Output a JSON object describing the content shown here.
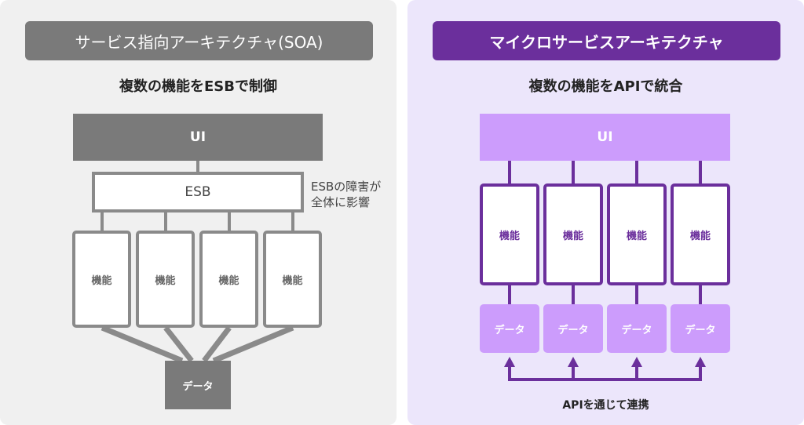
{
  "soa": {
    "title": "サービス指向アーキテクチャ(SOA)",
    "subtitle": "複数の機能をESBで制御",
    "ui": "UI",
    "esb": "ESB",
    "esb_note_line1": "ESBの障害が",
    "esb_note_line2": "全体に影響",
    "functions": [
      "機能",
      "機能",
      "機能",
      "機能"
    ],
    "data": "データ"
  },
  "micro": {
    "title": "マイクロサービスアーキテクチャ",
    "subtitle": "複数の機能をAPIで統合",
    "ui": "UI",
    "functions": [
      "機能",
      "機能",
      "機能",
      "機能"
    ],
    "data": [
      "データ",
      "データ",
      "データ",
      "データ"
    ],
    "api_note": "APIを通じて連携"
  },
  "colors": {
    "soa_gray": "#7a7a7a",
    "micro_purple": "#6b2f9c",
    "micro_light_purple": "#cc9cfc",
    "left_bg": "#f0f0f0",
    "right_bg": "#ece6fb"
  }
}
